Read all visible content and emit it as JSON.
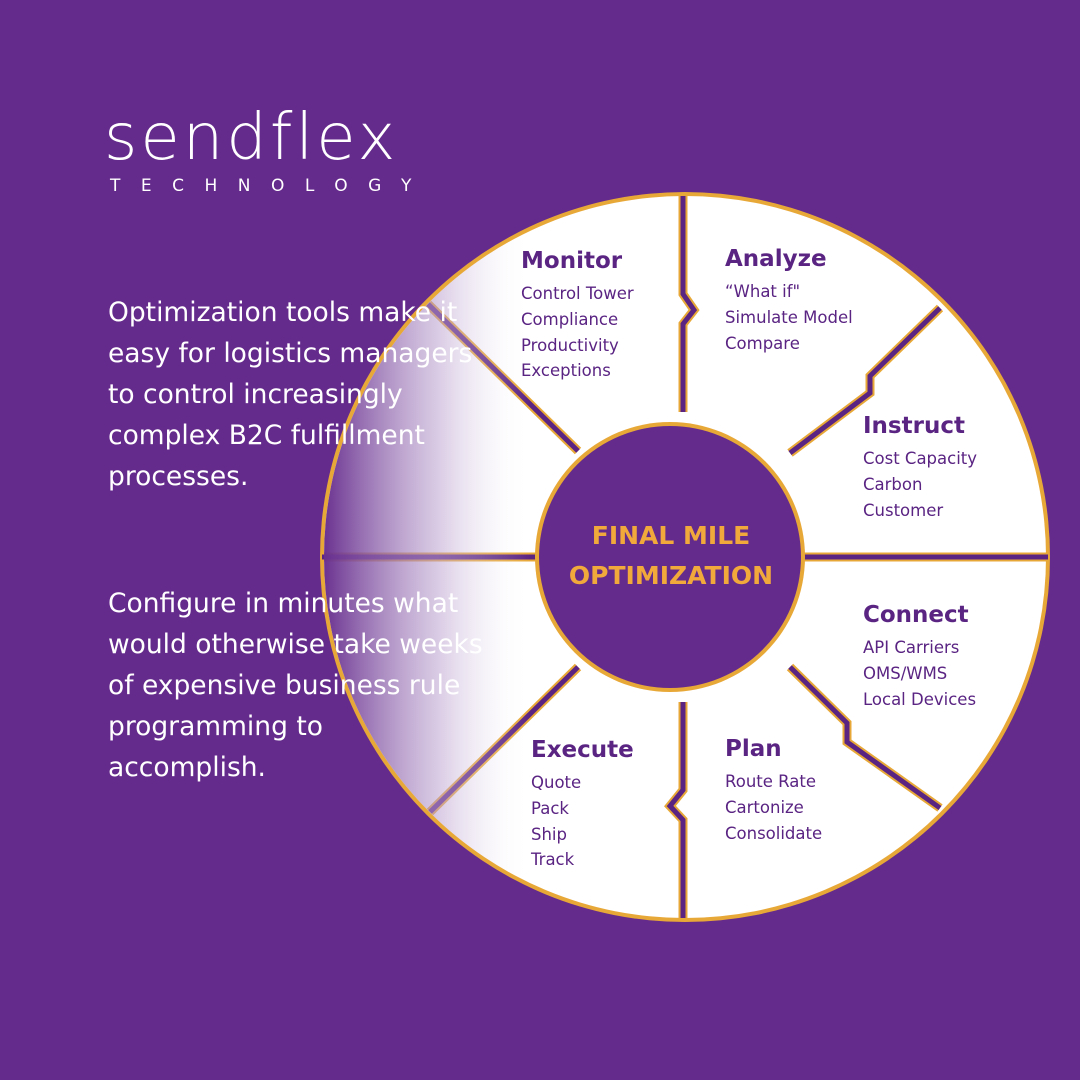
{
  "brand": {
    "wordmark": "sendflex",
    "tagline": "TECHNOLOGY"
  },
  "intro": {
    "paragraph_1": "Optimization tools make it easy for logistics managers to control increasingly complex B2C fulfillment processes.",
    "paragraph_2": "Configure in minutes what would otherwise take weeks of expensive business rule programming to accomplish."
  },
  "wheel": {
    "center_line_1": "FINAL MILE",
    "center_line_2": "OPTIMIZATION",
    "segments": [
      {
        "title": "Monitor",
        "items": [
          "Control Tower",
          "Compliance",
          "Productivity",
          "Exceptions"
        ]
      },
      {
        "title": "Analyze",
        "items": [
          "“What if\"",
          "Simulate Model",
          "Compare"
        ]
      },
      {
        "title": "Instruct",
        "items": [
          "Cost Capacity",
          "Carbon",
          "Customer"
        ]
      },
      {
        "title": "Connect",
        "items": [
          "API Carriers",
          "OMS/WMS",
          "Local Devices"
        ]
      },
      {
        "title": "Plan",
        "items": [
          "Route Rate",
          "Cartonize",
          "Consolidate"
        ]
      },
      {
        "title": "Execute",
        "items": [
          "Quote",
          "Pack",
          "Ship",
          "Track"
        ]
      }
    ]
  },
  "colors": {
    "background": "#652b8c",
    "segment_fill": "#ffffff",
    "divider": "#5a2483",
    "outline": "#e8a838",
    "accent_text": "#f2a93b",
    "label_text": "#5a2483"
  }
}
